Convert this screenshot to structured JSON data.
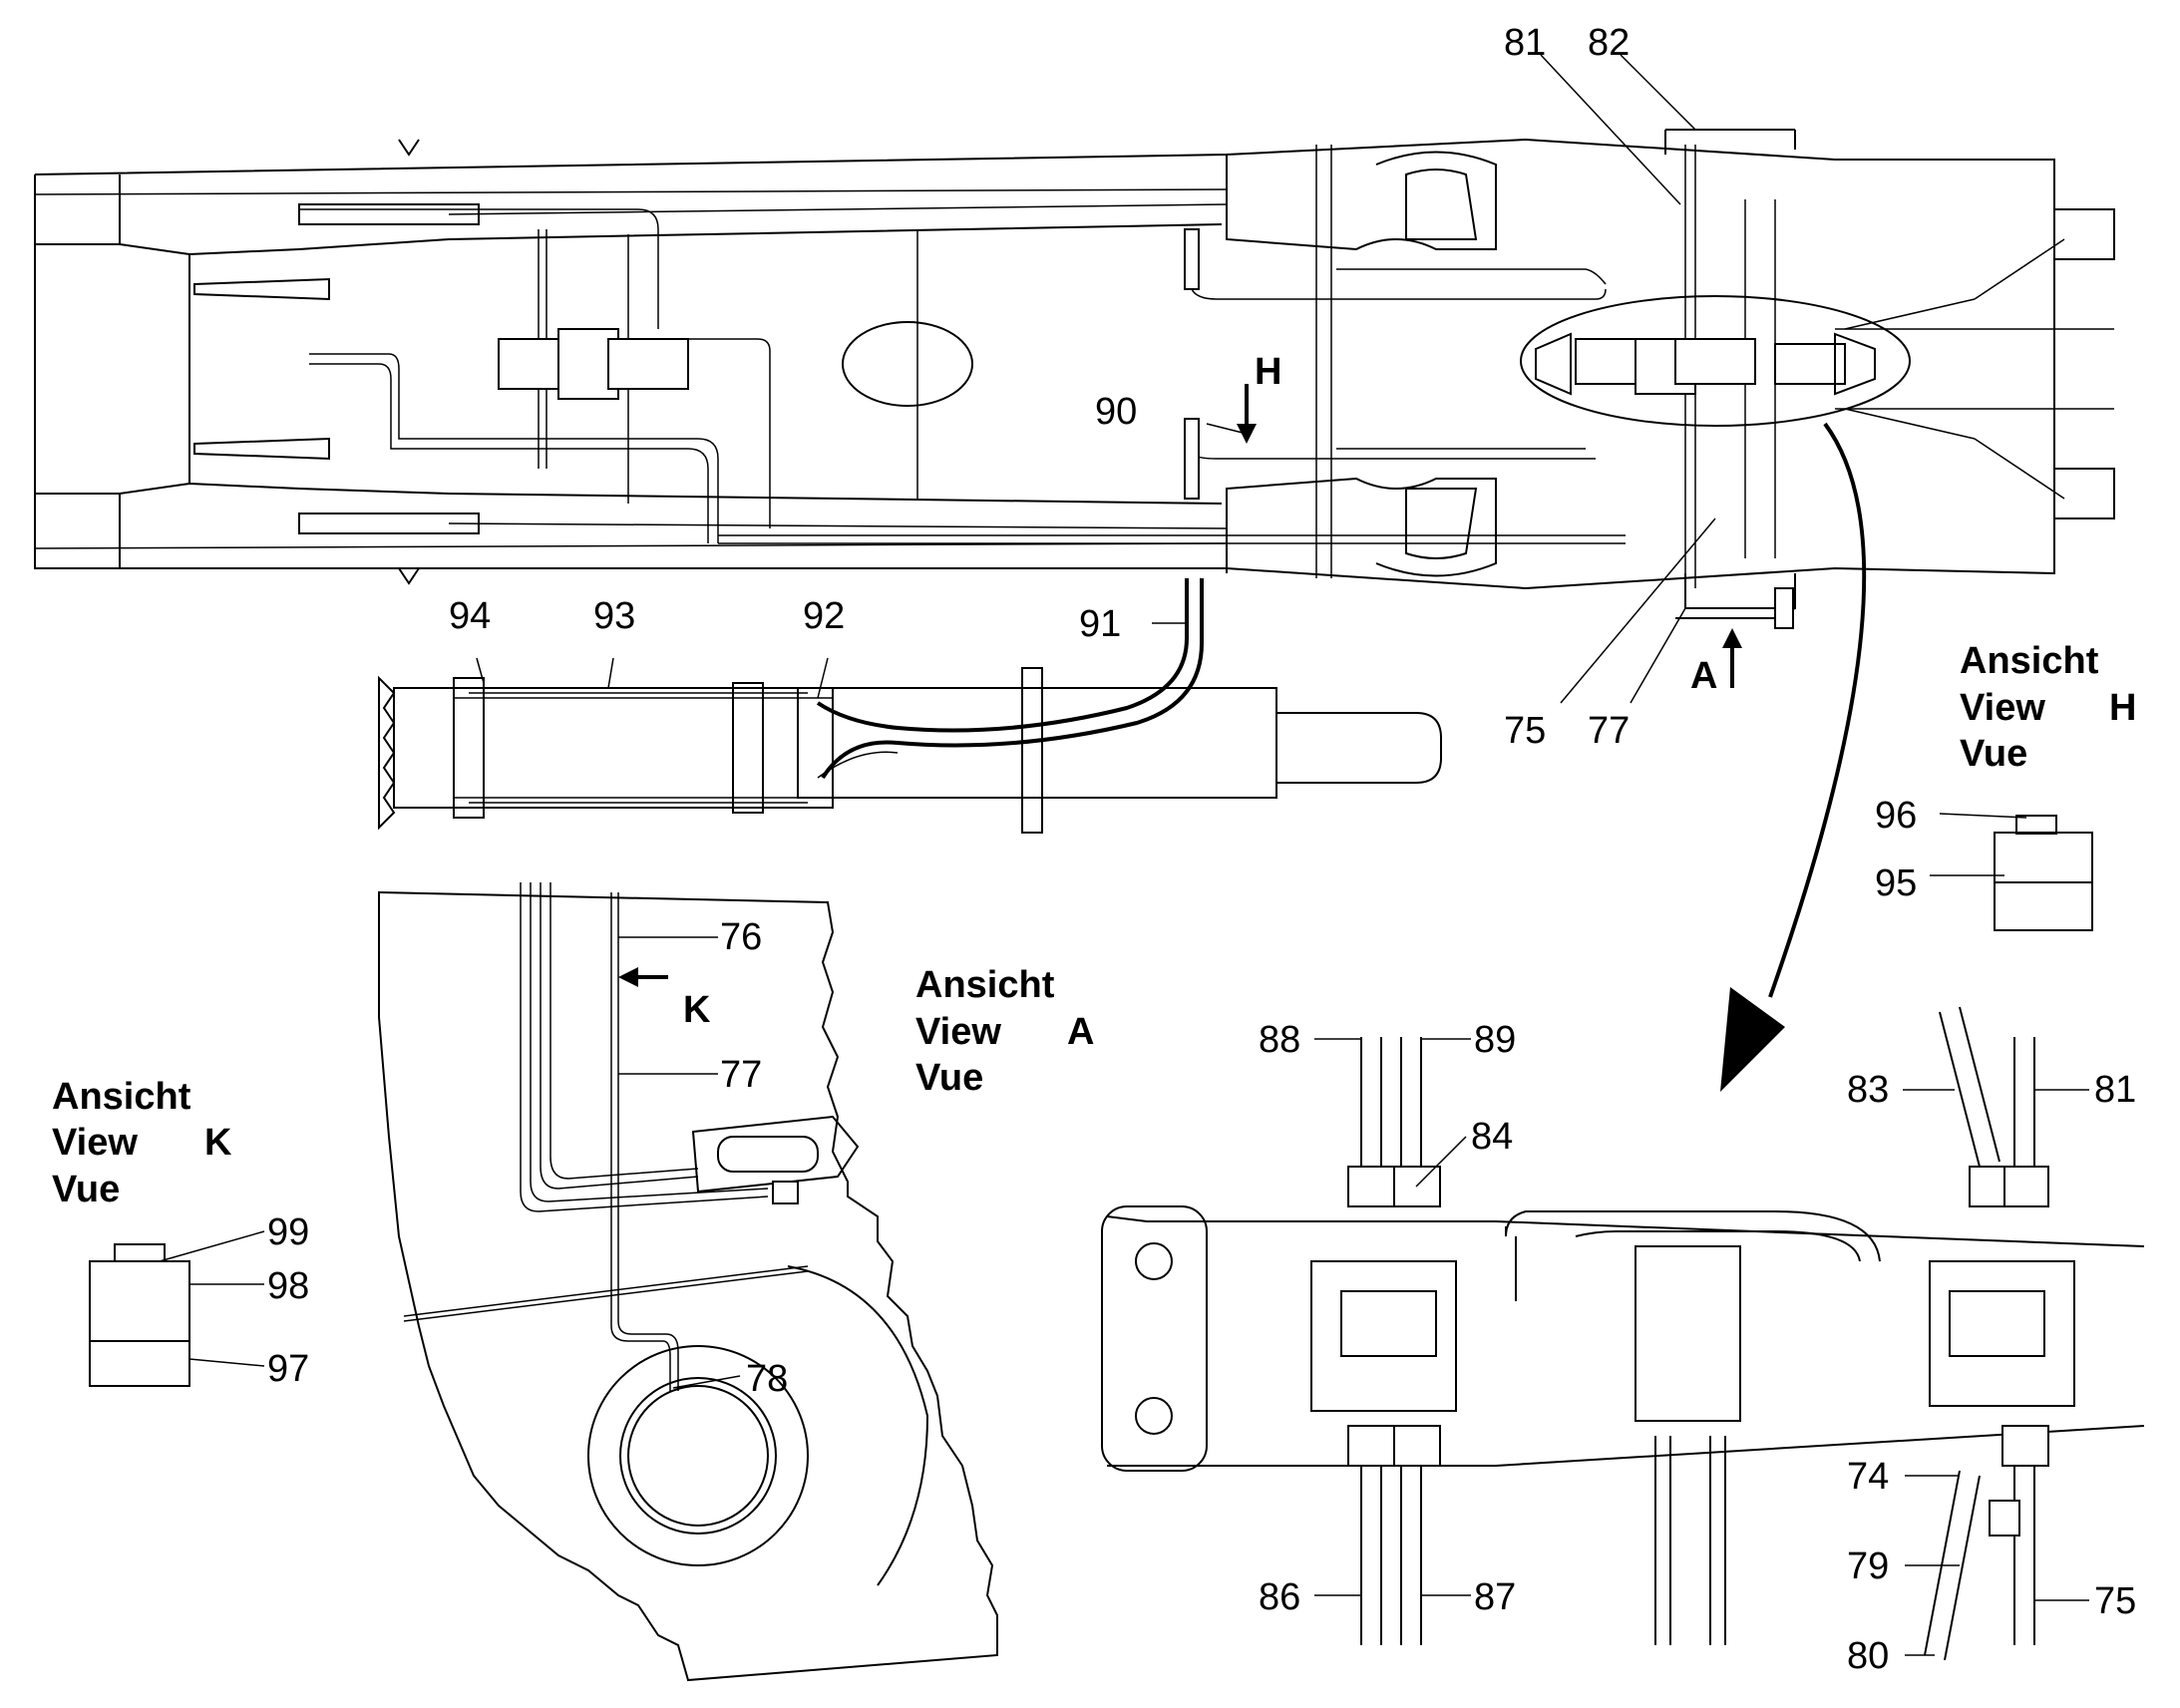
{
  "labels": {
    "n81": "81",
    "n82": "82",
    "n90": "90",
    "n75": "75",
    "n77": "77",
    "n94": "94",
    "n93": "93",
    "n92": "92",
    "n91": "91",
    "n96": "96",
    "n95": "95",
    "n76": "76",
    "n77b": "77",
    "n78": "78",
    "n99": "99",
    "n98": "98",
    "n97": "97",
    "n88": "88",
    "n89": "89",
    "n84": "84",
    "n83": "83",
    "n81b": "81",
    "n86": "86",
    "n87": "87",
    "n74": "74",
    "n79": "79",
    "n80": "80",
    "n75b": "75"
  },
  "arrows": {
    "h": "H",
    "a": "A",
    "k": "K"
  },
  "views": {
    "h": [
      "Ansicht",
      "View",
      "H",
      "Vue"
    ],
    "a": [
      "Ansicht",
      "View",
      "A",
      "Vue"
    ],
    "k": [
      "Ansicht",
      "View",
      "K",
      "Vue"
    ]
  }
}
